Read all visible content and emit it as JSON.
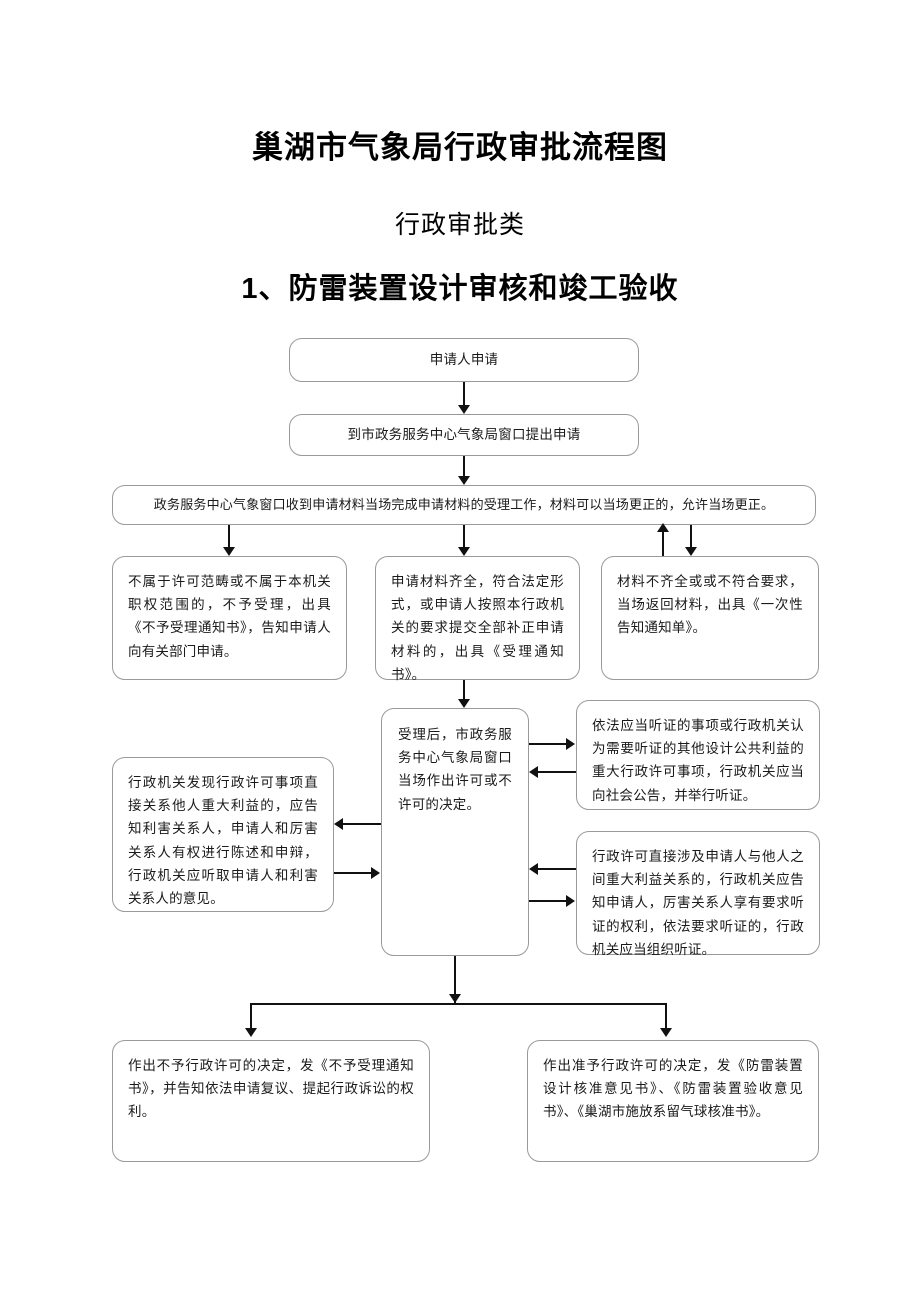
{
  "document": {
    "title_main": "巢湖市气象局行政审批流程图",
    "title_sub": "行政审批类",
    "title_section": "1、防雷装置设计审核和竣工验收"
  },
  "flowchart": {
    "type": "flowchart",
    "nodes": {
      "n1_applicant": "申请人申请",
      "n2_submit": "到市政务服务中心气象局窗口提出申请",
      "n3_intake": "政务服务中心气象窗口收到申请材料当场完成申请材料的受理工作，材料可以当场更正的，允许当场更正。",
      "n4_reject_scope": "不属于许可范畴或不属于本机关职权范围的，不予受理，出具《不予受理通知书》，告知申请人向有关部门申请。",
      "n5_accept": "申请材料齐全，符合法定形式，或申请人按照本行政机关的要求提交全部补正申请材料的，出具《受理通知书》。",
      "n6_incomplete": "材料不齐全或或不符合要求，当场返回材料，出具《一次性告知通知单》。",
      "n7_decision": "受理后，市政务服务中心气象局窗口当场作出许可或不许可的决定。",
      "n8_hearing_public": "依法应当听证的事项或行政机关认为需要听证的其他设计公共利益的重大行政许可事项，行政机关应当向社会公告，并举行听证。",
      "n9_hearing_party": "行政许可直接涉及申请人与他人之间重大利益关系的，行政机关应告知申请人，厉害关系人享有要求听证的权利，依法要求听证的，行政机关应当组织听证。",
      "n10_statement": "行政机关发现行政许可事项直接关系他人重大利益的，应告知利害关系人，申请人和厉害关系人有权进行陈述和申辩，行政机关应听取申请人和利害关系人的意见。",
      "n11_refuse": "作出不予行政许可的决定，发《不予受理通知书》，并告知依法申请复议、提起行政诉讼的权利。",
      "n12_approve": "作出准予行政许可的决定，发《防雷装置设计核准意见书》、《防雷装置验收意见书》、《巢湖市施放系留气球核准书》。"
    },
    "colors": {
      "box_border": "#9a9a9a",
      "box_fill": "#ffffff",
      "connector": "#111111",
      "text": "#1a1a1a"
    }
  }
}
